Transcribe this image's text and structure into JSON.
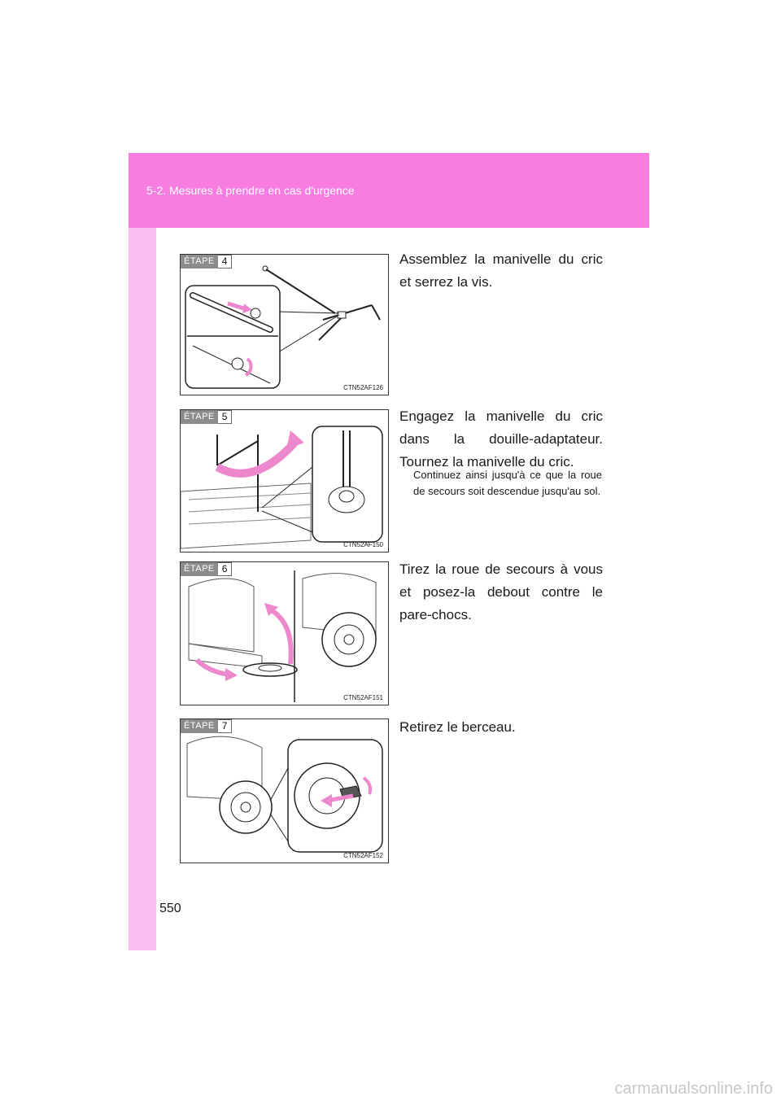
{
  "header": {
    "section": "5-2. Mesures à prendre en cas d'urgence"
  },
  "page_number": "550",
  "steps": [
    {
      "word": "ÉTAPE",
      "number": "4",
      "fig_code": "CTN52AF126",
      "text": "Assemblez la manivelle du cric et serrez la vis.",
      "note": ""
    },
    {
      "word": "ÉTAPE",
      "number": "5",
      "fig_code": "CTN52AF150",
      "text": "Engagez la manivelle du cric dans la douille-adaptateur. Tournez la manivelle du cric.",
      "note": "Continuez ainsi jusqu'à ce que la roue de secours soit descendue jusqu'au sol."
    },
    {
      "word": "ÉTAPE",
      "number": "6",
      "fig_code": "CTN52AF151",
      "text": "Tirez la roue de secours à vous et posez-la debout contre le pare-chocs.",
      "note": ""
    },
    {
      "word": "ÉTAPE",
      "number": "7",
      "fig_code": "CTN52AF152",
      "text": "Retirez le berceau.",
      "note": ""
    }
  ],
  "watermark": "carmanualsonline.info",
  "colors": {
    "header_band": "#f77ee0",
    "left_strip": "#fbbcf0",
    "arrow": "#ee88cc"
  }
}
